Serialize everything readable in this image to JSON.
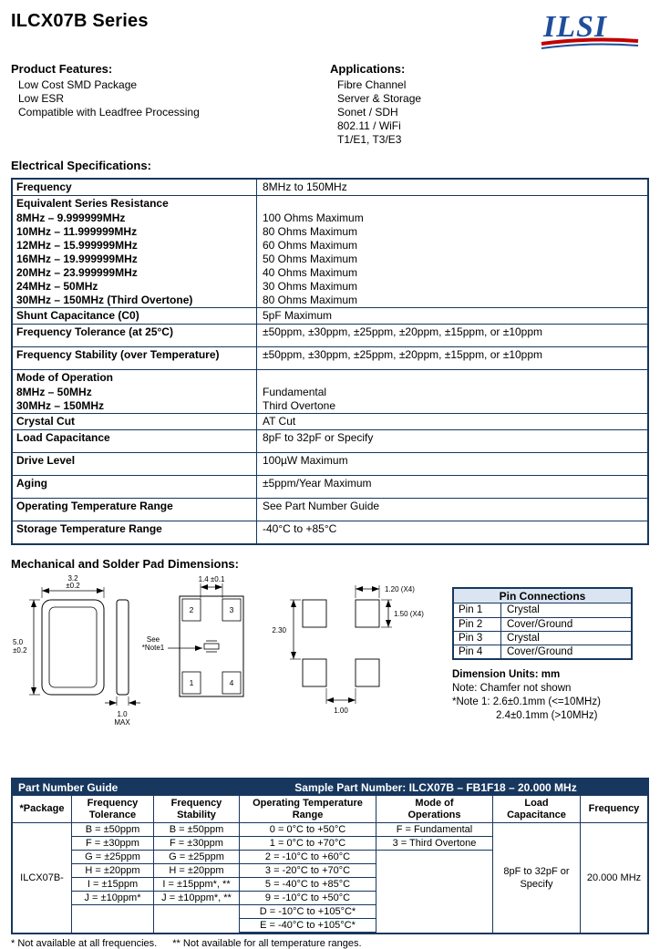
{
  "header": {
    "title": "ILCX07B Series",
    "logo_text": "ILSI"
  },
  "features": {
    "heading": "Product Features:",
    "items": [
      "Low Cost SMD Package",
      "Low ESR",
      "Compatible with Leadfree Processing"
    ]
  },
  "applications": {
    "heading": "Applications:",
    "items": [
      "Fibre Channel",
      "Server & Storage",
      "Sonet / SDH",
      "802.11 / WiFi",
      "T1/E1, T3/E3"
    ]
  },
  "electrical": {
    "heading": "Electrical Specifications:",
    "rows": [
      {
        "label": "Frequency",
        "value": "8MHz to 150MHz",
        "kind": "section"
      },
      {
        "label": "Equivalent Series Resistance",
        "value": "",
        "kind": "section"
      },
      {
        "label": "8MHz – 9.999999MHz",
        "value": "100 Ohms Maximum",
        "kind": "sub"
      },
      {
        "label": "10MHz – 11.999999MHz",
        "value": "80 Ohms Maximum",
        "kind": "sub"
      },
      {
        "label": "12MHz – 15.999999MHz",
        "value": "60 Ohms Maximum",
        "kind": "sub"
      },
      {
        "label": "16MHz – 19.999999MHz",
        "value": "50 Ohms Maximum",
        "kind": "sub"
      },
      {
        "label": "20MHz – 23.999999MHz",
        "value": "40 Ohms Maximum",
        "kind": "sub"
      },
      {
        "label": "24MHz – 50MHz",
        "value": "30 Ohms Maximum",
        "kind": "sub"
      },
      {
        "label": "30MHz – 150MHz (Third Overtone)",
        "value": "80 Ohms Maximum",
        "kind": "sub"
      },
      {
        "label": "Shunt Capacitance (C0)",
        "value": "5pF Maximum",
        "kind": "section"
      },
      {
        "label": "Frequency Tolerance (at 25°C)",
        "value": "±50ppm, ±30ppm, ±25ppm, ±20ppm, ±15ppm, or ±10ppm",
        "kind": "section tall"
      },
      {
        "label": "Frequency Stability (over Temperature)",
        "value": "±50ppm, ±30ppm, ±25ppm, ±20ppm, ±15ppm, or ±10ppm",
        "kind": "section tall"
      },
      {
        "label": "Mode of Operation",
        "value": "",
        "kind": "section"
      },
      {
        "label": "8MHz – 50MHz",
        "value": "Fundamental",
        "kind": "sub"
      },
      {
        "label": "30MHz – 150MHz",
        "value": "Third Overtone",
        "kind": "sub"
      },
      {
        "label": "Crystal Cut",
        "value": "AT Cut",
        "kind": "section"
      },
      {
        "label": "Load Capacitance",
        "value": "8pF to 32pF or Specify",
        "kind": "section tall"
      },
      {
        "label": "Drive Level",
        "value": "100µW Maximum",
        "kind": "section tall"
      },
      {
        "label": "Aging",
        "value": "±5ppm/Year Maximum",
        "kind": "section tall"
      },
      {
        "label": "Operating Temperature Range",
        "value": "See Part Number Guide",
        "kind": "section tall"
      },
      {
        "label": "Storage Temperature Range",
        "value": "-40°C to +85°C",
        "kind": "section tall"
      }
    ]
  },
  "mechanical": {
    "heading": "Mechanical and Solder Pad Dimensions:",
    "dims": {
      "body_width_1": "3.2",
      "body_width_2": "±0.2",
      "body_height_1": "5.0",
      "body_height_2": "±0.2",
      "thickness_1": "1.0",
      "thickness_2": "MAX",
      "land_dim": "1.4 ±0.1",
      "note_ref_1": "See",
      "note_ref_2": "*Note1",
      "pad1": "1",
      "pad2": "2",
      "pad3": "3",
      "pad4": "4",
      "pad_width": "1.20 (X4)",
      "pad_height": "1.50 (X4)",
      "pad_pitch": "2.30",
      "pad_gap": "1.00"
    },
    "pin_connections": {
      "title": "Pin Connections",
      "rows": [
        {
          "pin": "Pin 1",
          "function": "Crystal"
        },
        {
          "pin": "Pin 2",
          "function": "Cover/Ground"
        },
        {
          "pin": "Pin 3",
          "function": "Crystal"
        },
        {
          "pin": "Pin 4",
          "function": "Cover/Ground"
        }
      ]
    },
    "notes": {
      "units": "Dimension Units: mm",
      "chamfer": "Note: Chamfer not shown",
      "note1_line1": "*Note 1: 2.6±0.1mm (<=10MHz)",
      "note1_line2": "2.4±0.1mm (>10MHz)"
    }
  },
  "part_number_guide": {
    "title": "Part Number Guide",
    "sample": "Sample Part Number: ILCX07B – FB1F18 – 20.000 MHz",
    "package": {
      "header": "*Package",
      "value": "ILCX07B-"
    },
    "tolerance": {
      "header": "Frequency Tolerance",
      "cells": [
        "B = ±50ppm",
        "F = ±30ppm",
        "G = ±25ppm",
        "H = ±20ppm",
        "I = ±15ppm",
        "J = ±10ppm*"
      ]
    },
    "stability": {
      "header": "Frequency Stability",
      "cells": [
        "B = ±50ppm",
        "F = ±30ppm",
        "G = ±25ppm",
        "H = ±20ppm",
        "I = ±15ppm*, **",
        "J = ±10ppm*, **"
      ]
    },
    "temperature": {
      "header": "Operating Temperature Range",
      "cells": [
        "0 = 0°C to +50°C",
        "1 = 0°C to +70°C",
        "2 = -10°C to +60°C",
        "3 = -20°C to +70°C",
        "5 = -40°C to +85°C",
        "9 = -10°C to +50°C",
        "D = -10°C to +105°C*",
        "E = -40°C to +105°C*"
      ]
    },
    "mode": {
      "header": "Mode of Operations",
      "cells": [
        "F = Fundamental",
        "3 = Third Overtone"
      ]
    },
    "load": {
      "header": "Load Capacitance",
      "value": "8pF to 32pF or Specify"
    },
    "frequency": {
      "header": "Frequency",
      "value": "20.000 MHz"
    }
  },
  "footnotes": {
    "note1": "* Not available at all frequencies.",
    "note2": "** Not available for all temperature ranges."
  },
  "colors": {
    "table_navy": "#17375E",
    "logo_blue": "#1F4E9C",
    "logo_red": "#C00000",
    "pin_header_shade": "#DBE5F1"
  }
}
